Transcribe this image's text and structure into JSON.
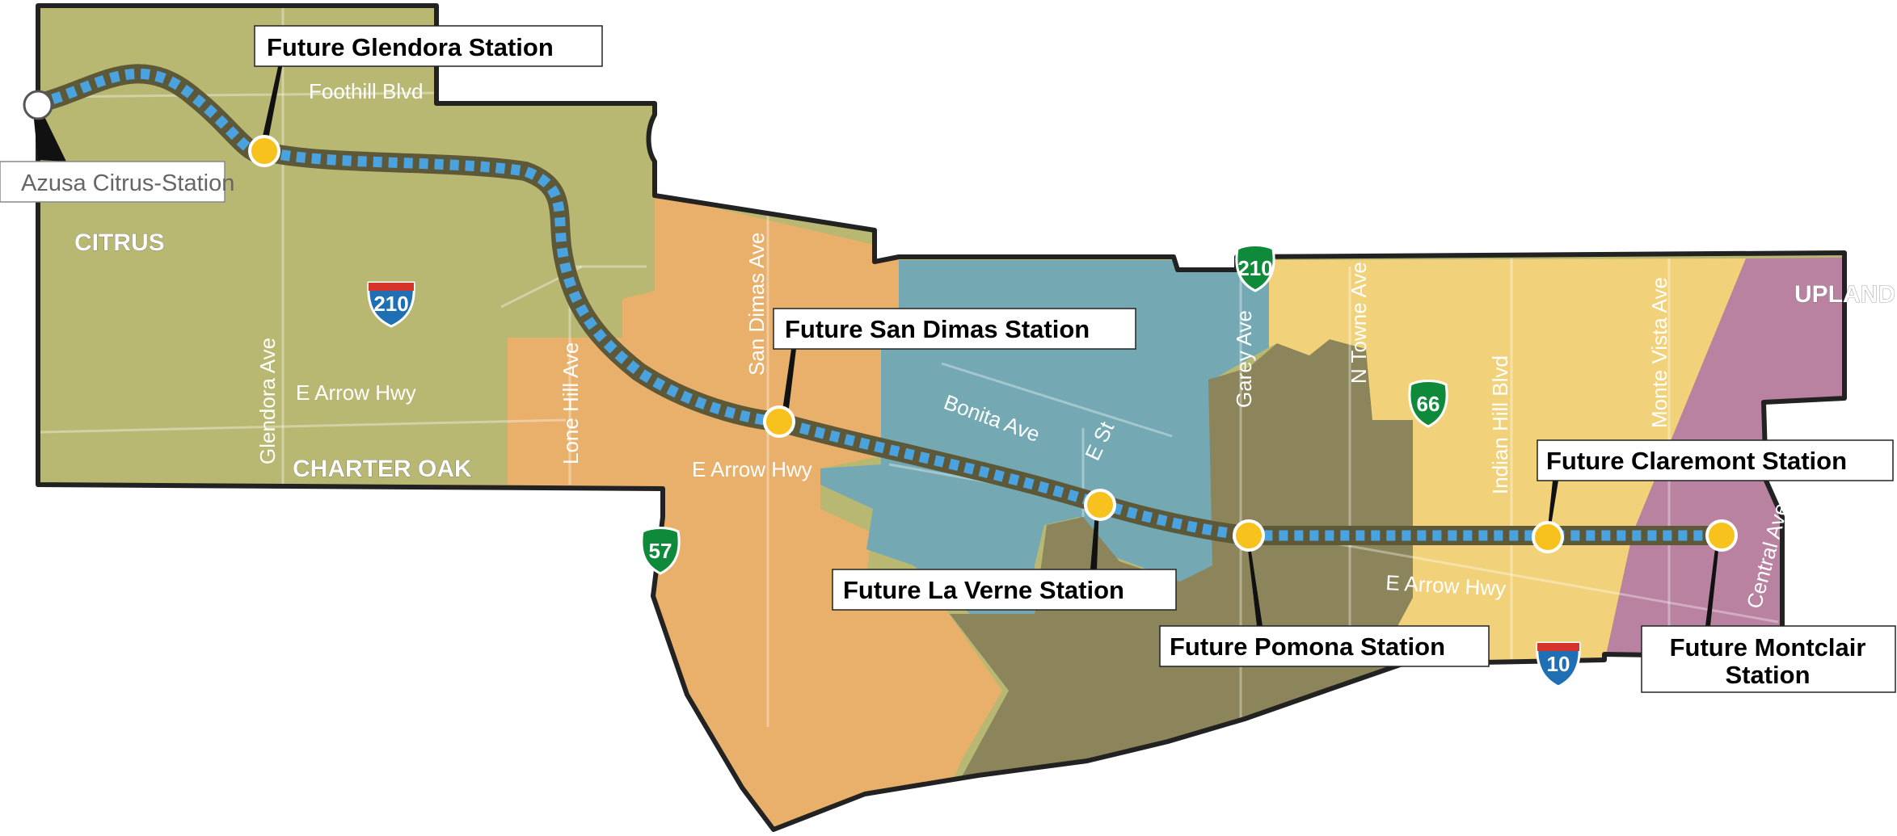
{
  "colors": {
    "citrus_zone": "#b8b872",
    "san_dimas_zone": "#e8b06a",
    "la_verne_zone": "#74a9b4",
    "pomona_zone": "#8c845a",
    "claremont_zone": "#f1d27a",
    "montclair_zone": "#b882a0",
    "track_base": "#5c5838",
    "track_tie": "#4aa3df",
    "station_dot": "#f7c21d",
    "interstate_blue": "#1f6fb5",
    "interstate_red": "#d6332b",
    "state_route_green": "#0e8a3a"
  },
  "terminus": {
    "label": "Azusa Citrus-Station"
  },
  "stations": [
    {
      "label": "Future Glendora Station"
    },
    {
      "label": "Future San Dimas Station"
    },
    {
      "label": "Future La Verne Station"
    },
    {
      "label": "Future Pomona Station"
    },
    {
      "label": "Future Claremont Station"
    },
    {
      "label": "Future Montclair",
      "label2": "Station"
    }
  ],
  "areas": [
    "CITRUS",
    "CHARTER OAK",
    "UPLAND"
  ],
  "streets": [
    "Foothill Blvd",
    "Glendora Ave",
    "E Arrow Hwy",
    "Lone Hill Ave",
    "San Dimas Ave",
    "E Arrow Hwy",
    "Bonita Ave",
    "E St",
    "Garey Ave",
    "N Towne Ave",
    "Indian Hill Blvd",
    "Monte Vista Ave",
    "E Arrow Hwy",
    "Central Ave"
  ],
  "shields": [
    {
      "type": "interstate",
      "number": "210"
    },
    {
      "type": "state",
      "number": "210"
    },
    {
      "type": "state",
      "number": "66"
    },
    {
      "type": "state",
      "number": "57"
    },
    {
      "type": "interstate",
      "number": "10"
    }
  ]
}
